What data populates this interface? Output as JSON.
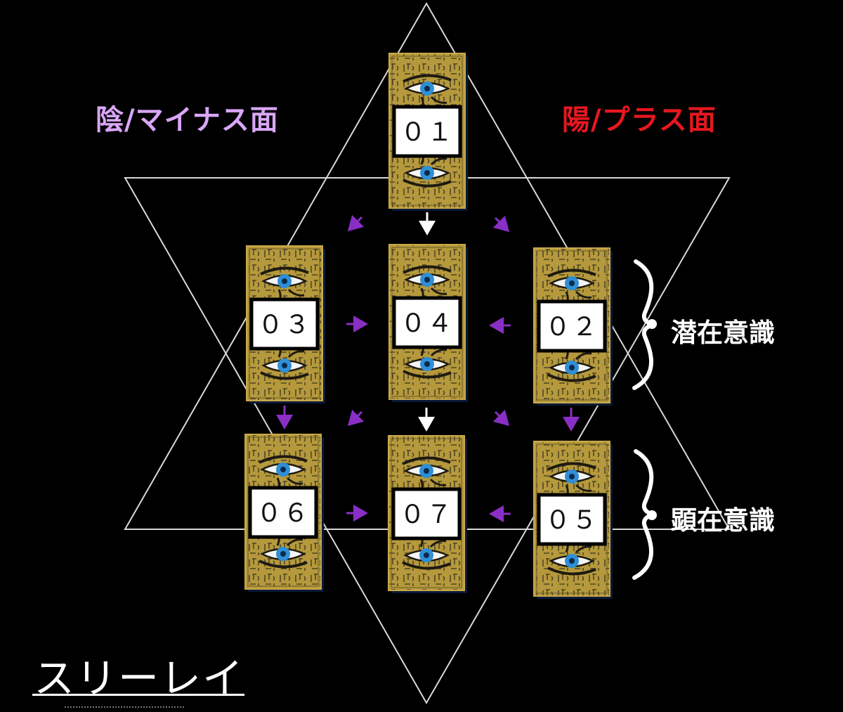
{
  "labels": {
    "minus_side": "陰/マイナス面",
    "plus_side": "陽/プラス面",
    "subconscious": "潜在意識",
    "conscious": "顕在意識",
    "spread_name": "スリーレイ"
  },
  "cards": [
    {
      "id": "card-01",
      "number": "０１"
    },
    {
      "id": "card-02",
      "number": "０２"
    },
    {
      "id": "card-03",
      "number": "０３"
    },
    {
      "id": "card-04",
      "number": "０４"
    },
    {
      "id": "card-05",
      "number": "０５"
    },
    {
      "id": "card-06",
      "number": "０６"
    },
    {
      "id": "card-07",
      "number": "０７"
    }
  ],
  "colors": {
    "background": "#000000",
    "star_lines": "#d8d8d8",
    "card_gold": "#b5993c",
    "card_border": "#c9a94a",
    "eye_blue": "#2f8fd6",
    "arrow_purple": "#8a2fc6",
    "arrow_white": "#ffffff",
    "minus_text": "#d9a6f7",
    "plus_text": "#e8171f"
  }
}
